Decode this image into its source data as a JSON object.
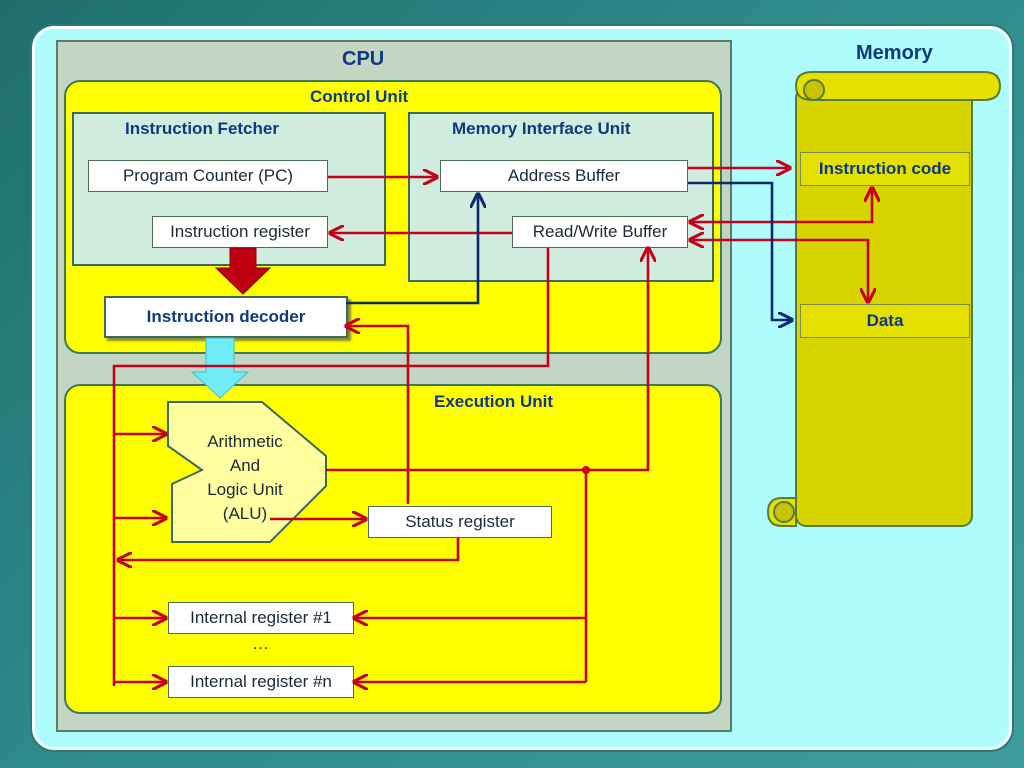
{
  "cpu": {
    "title": "CPU"
  },
  "memory": {
    "title": "Memory",
    "instruction_code": "Instruction code",
    "data": "Data"
  },
  "control_unit": {
    "title": "Control Unit",
    "instruction_fetcher": {
      "title": "Instruction Fetcher",
      "program_counter": "Program Counter (PC)",
      "instruction_register": "Instruction register"
    },
    "memory_interface_unit": {
      "title": "Memory Interface Unit",
      "address_buffer": "Address Buffer",
      "read_write_buffer": "Read/Write Buffer"
    },
    "instruction_decoder": "Instruction decoder"
  },
  "execution_unit": {
    "title": "Execution Unit",
    "alu": {
      "line1": "Arithmetic",
      "line2": "And",
      "line3": "Logic Unit",
      "line4": "(ALU)"
    },
    "status_register": "Status register",
    "internal_register_1": "Internal register #1",
    "ellipsis": "…",
    "internal_register_n": "Internal register #n"
  },
  "colors": {
    "data_path": "#c4001a",
    "address_path": "#0d2a70",
    "unit_fill": "#ffff00",
    "memory_fill": "#d8d400",
    "label_text": "#0d3a80"
  }
}
